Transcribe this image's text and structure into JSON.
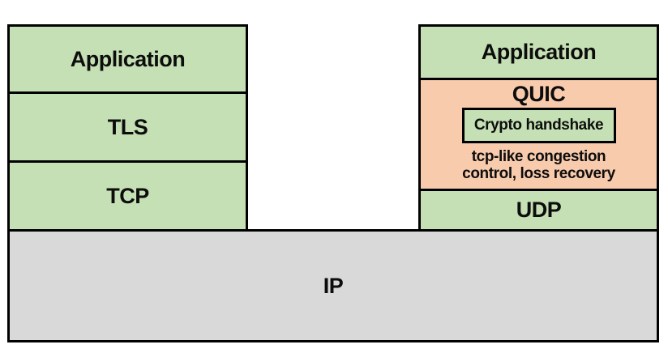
{
  "colors": {
    "green": "#c5e0b4",
    "orange": "#f8cbad",
    "gray": "#d9d9d9",
    "border": "#000000",
    "background": "#ffffff"
  },
  "left_stack": {
    "layers": [
      {
        "label": "Application"
      },
      {
        "label": "TLS"
      },
      {
        "label": "TCP"
      }
    ]
  },
  "right_stack": {
    "layers": [
      {
        "label": "Application"
      },
      {
        "label": "QUIC",
        "inner_box_label": "Crypto handshake",
        "note_lines": [
          "tcp-like congestion",
          "control, loss recovery"
        ]
      },
      {
        "label": "UDP"
      }
    ]
  },
  "base_layer": {
    "label": "IP"
  }
}
